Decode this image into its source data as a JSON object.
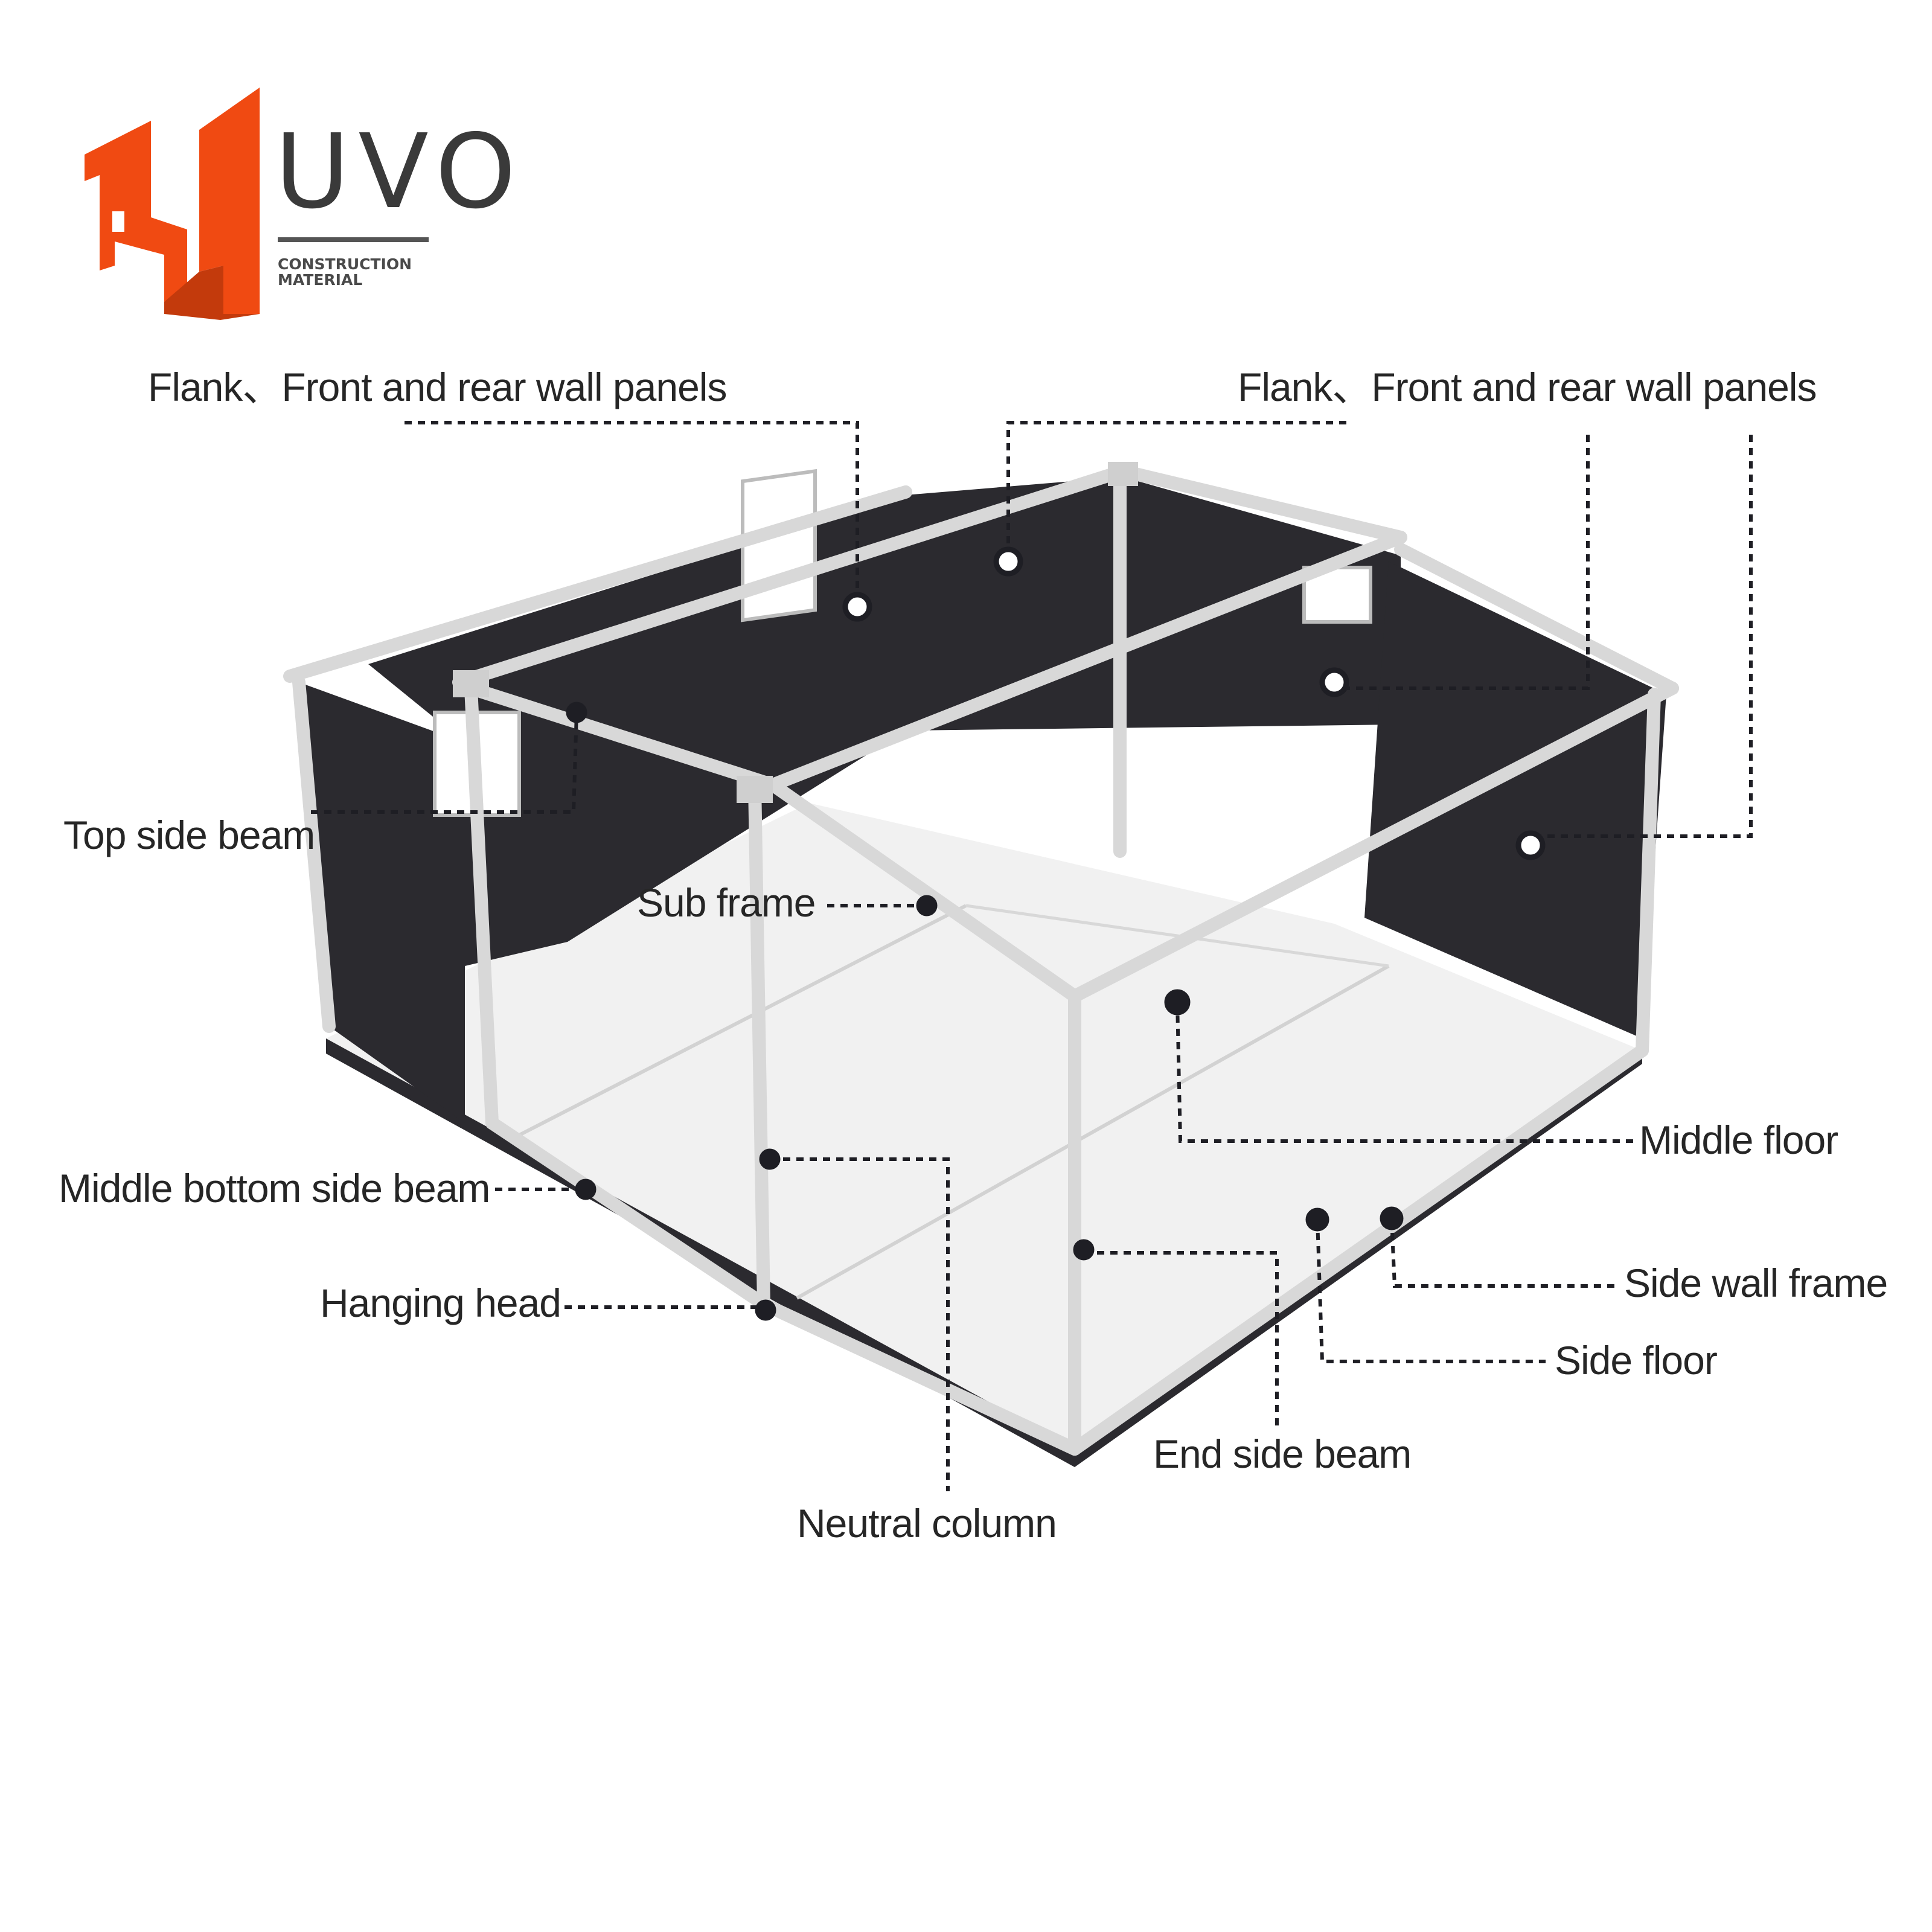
{
  "brand": {
    "name": "UVO",
    "tagline_line1": "CONSTRUCTION",
    "tagline_line2": "MATERIAL",
    "accent_color": "#f04a12",
    "accent_dark": "#c33a0c"
  },
  "colors": {
    "wall_panel": "#2b2a2f",
    "frame": "#d8d8d8",
    "floor": "#f1f1f1",
    "callout": "#1e1e24",
    "text": "#262626"
  },
  "labels": {
    "wall_panels_left": "Flank、Front and rear wall panels",
    "wall_panels_right": "Flank、Front and rear wall panels",
    "top_side_beam": "Top side beam",
    "sub_frame": "Sub frame",
    "middle_bottom_side_beam": "Middle bottom side beam",
    "hanging_head": "Hanging head",
    "neutral_column": "Neutral column",
    "end_side_beam": "End side beam",
    "side_floor": "Side floor",
    "side_wall_frame": "Side wall frame",
    "middle_floor": "Middle floor"
  }
}
